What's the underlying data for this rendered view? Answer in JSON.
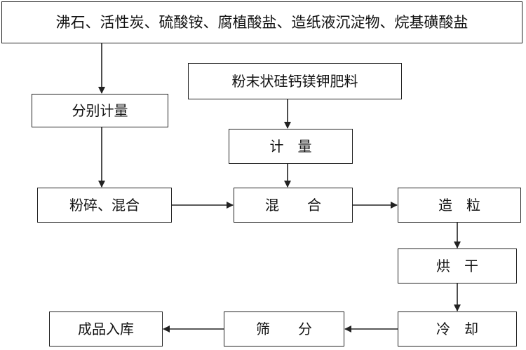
{
  "flowchart": {
    "nodes": {
      "raw_materials": "沸石、活性炭、硫酸铵、腐植酸盐、造纸液沉淀物、烷基磺酸盐",
      "powder_fertilizer": "粉末状硅钙镁钾肥料",
      "measure_separately": "分别计量",
      "measure": "计　量",
      "crush_mix": "粉碎、混合",
      "mix": "混　　合",
      "granulate": "造　粒",
      "dry": "烘　干",
      "cool": "冷　却",
      "screen": "筛　　分",
      "finished_storage": "成品入库"
    },
    "edges": [
      {
        "from": "raw_materials",
        "to": "measure_separately"
      },
      {
        "from": "measure_separately",
        "to": "crush_mix"
      },
      {
        "from": "powder_fertilizer",
        "to": "measure"
      },
      {
        "from": "measure",
        "to": "mix"
      },
      {
        "from": "crush_mix",
        "to": "mix"
      },
      {
        "from": "mix",
        "to": "granulate"
      },
      {
        "from": "granulate",
        "to": "dry"
      },
      {
        "from": "dry",
        "to": "cool"
      },
      {
        "from": "cool",
        "to": "screen"
      },
      {
        "from": "screen",
        "to": "finished_storage"
      }
    ]
  },
  "colors": {
    "line": "#222222",
    "background": "#ffffff"
  }
}
